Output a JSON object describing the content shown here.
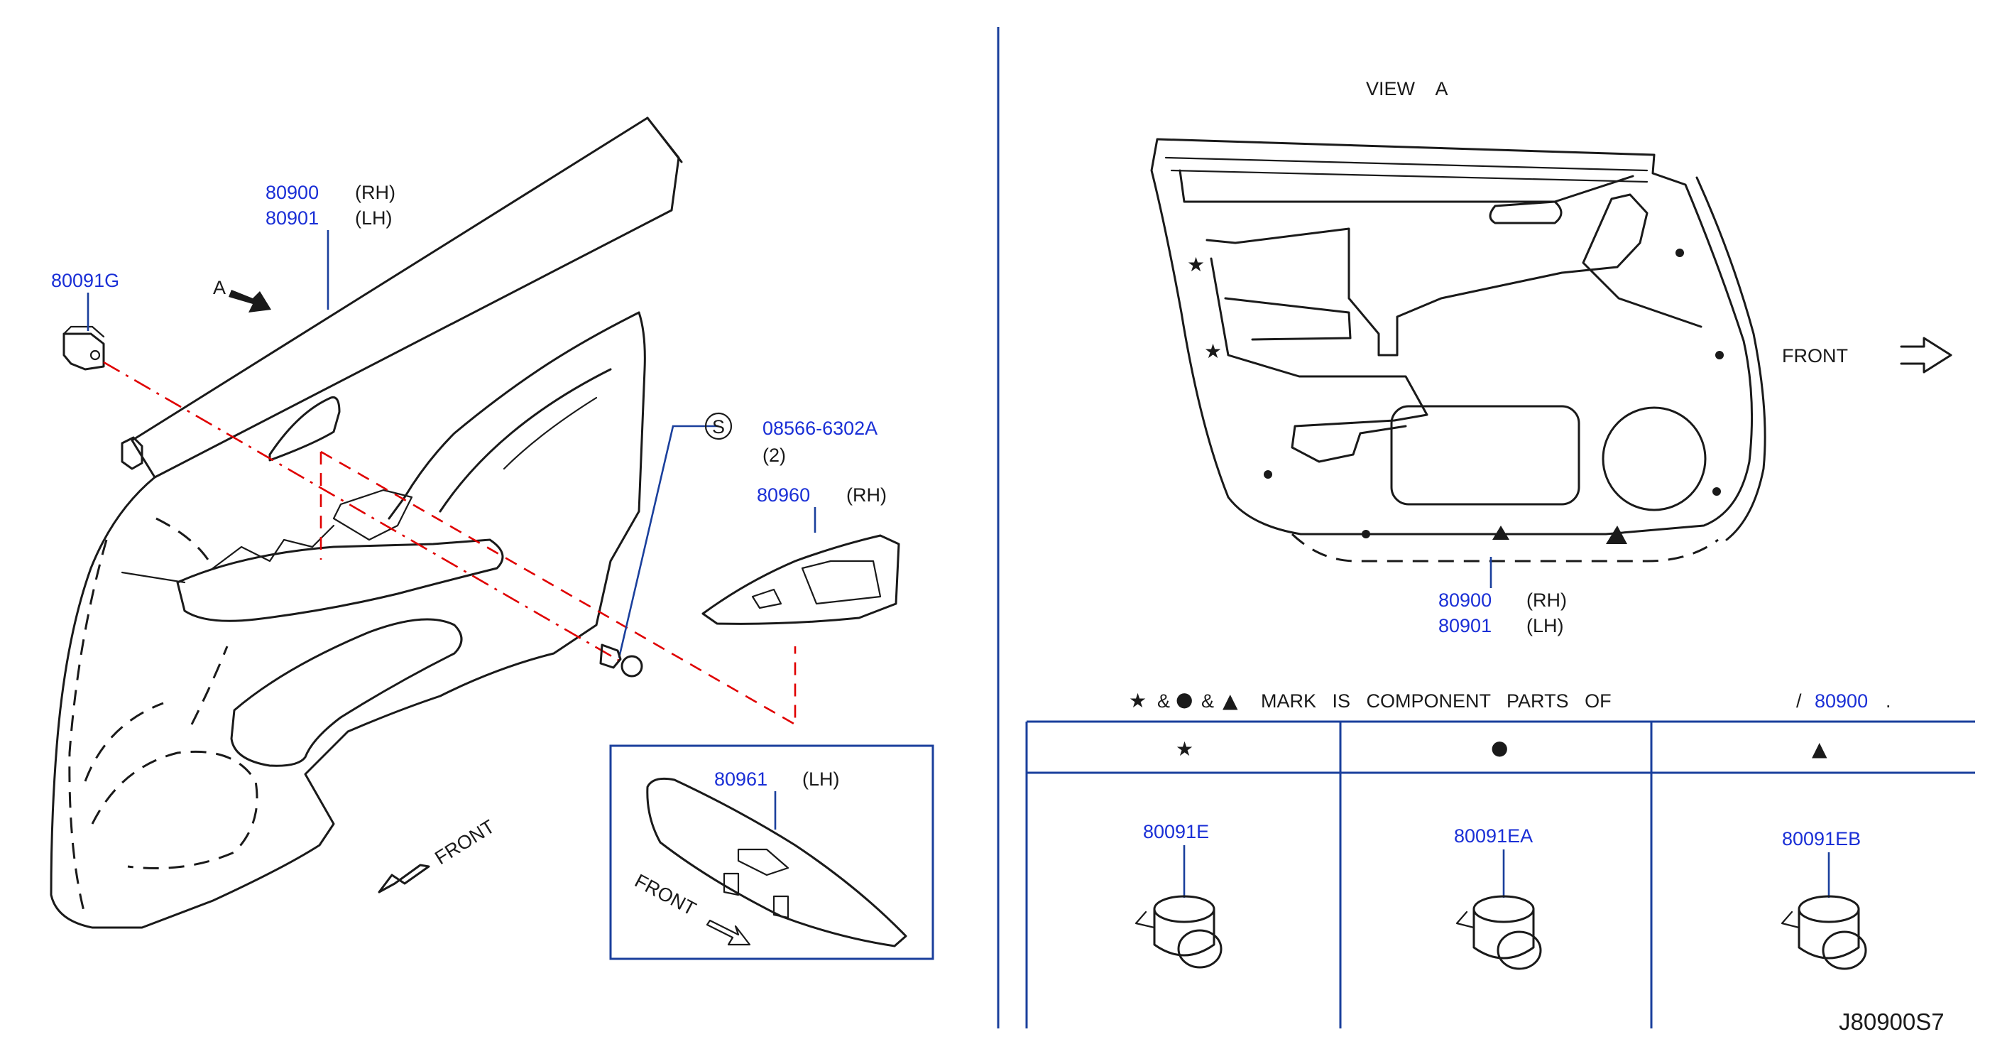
{
  "main_panel": {
    "callout_rh_part": "80900",
    "callout_rh_side": "(RH)",
    "callout_lh_part": "80901",
    "callout_lh_side": "(LH)",
    "clip_part": "80091G",
    "view_arrow_label": "A",
    "screw_symbol": "S",
    "screw_part": "08566-6302A",
    "screw_qty": "(2)",
    "switch_rh_part": "80960",
    "switch_rh_side": "(RH)",
    "switch_lh_part": "80961",
    "switch_lh_side": "(LH)",
    "front_label": "FRONT",
    "inset_front_label": "FRONT"
  },
  "view_a": {
    "title": "VIEW    A",
    "front_label": "FRONT",
    "rh_part": "80900",
    "rh_side": "(RH)",
    "lh_part": "80901",
    "lh_side": "(LH)"
  },
  "legend": {
    "star": "★",
    "amp1": "&",
    "dot": "●",
    "amp2": "&",
    "triangle": "▲",
    "text": "MARK   IS   COMPONENT   PARTS   OF",
    "slash": "/",
    "part_ref": "80900",
    "period": ".",
    "columns": [
      {
        "symbol": "★",
        "part": "80091E"
      },
      {
        "symbol": "●",
        "part": "80091EA"
      },
      {
        "symbol": "▲",
        "part": "80091EB"
      }
    ]
  },
  "diagram_code": "J80900S7",
  "colors": {
    "part_number": "#1a2fd6",
    "frame": "#1a3f9c",
    "leader": "#e00000",
    "ink": "#1a1a1a"
  }
}
